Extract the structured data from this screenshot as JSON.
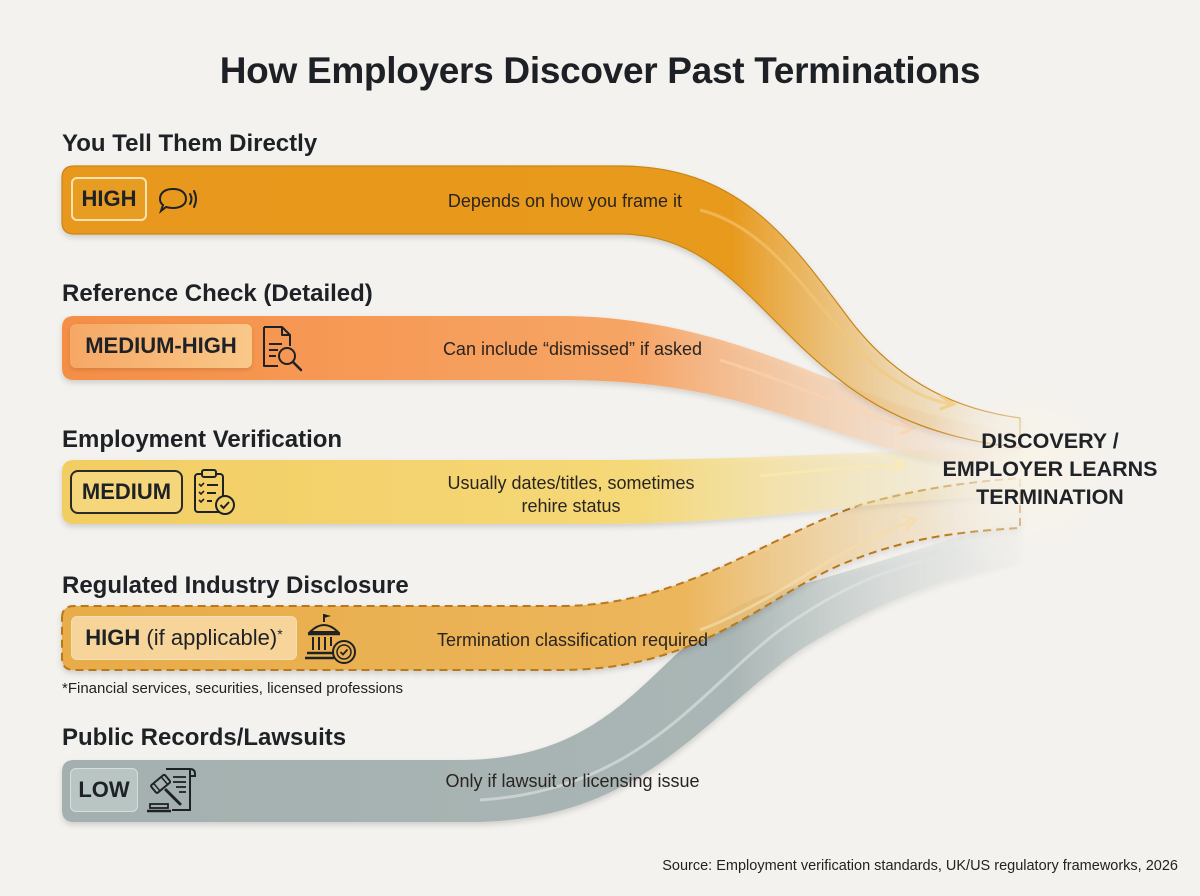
{
  "title": "How Employers Discover Past Terminations",
  "destination": {
    "lines": [
      "DISCOVERY /",
      "EMPLOYER LEARNS",
      "TERMINATION"
    ]
  },
  "channels": [
    {
      "label": "You Tell Them Directly",
      "likelihood": "HIGH",
      "likelihood_note": "",
      "icon": "speech-bubble-icon",
      "description": "Depends on how you frame it",
      "color": "#e89a1e",
      "style": "solid"
    },
    {
      "label": "Reference Check (Detailed)",
      "likelihood": "MEDIUM-HIGH",
      "likelihood_note": "",
      "icon": "document-search-icon",
      "description": "Can include “dismissed” if asked",
      "color": "#f5924a",
      "style": "solid"
    },
    {
      "label": "Employment Verification",
      "likelihood": "MEDIUM",
      "likelihood_note": "",
      "icon": "clipboard-check-icon",
      "description_lines": [
        "Usually dates/titles, sometimes",
        "rehire status"
      ],
      "color": "#f4d26a",
      "style": "solid"
    },
    {
      "label": "Regulated Industry Disclosure",
      "likelihood": "HIGH",
      "likelihood_note": "(if applicable)",
      "likelihood_marker": "*",
      "icon": "government-building-badge-icon",
      "description": "Termination classification required",
      "footnote": "*Financial services, securities, licensed professions",
      "color": "#eab04f",
      "style": "dashed"
    },
    {
      "label": "Public Records/Lawsuits",
      "likelihood": "LOW",
      "likelihood_note": "",
      "icon": "gavel-document-icon",
      "description": "Only if lawsuit or licensing issue",
      "color": "#a7b4b3",
      "style": "solid"
    }
  ],
  "source": "Source: Employment verification standards, UK/US regulatory frameworks, 2026"
}
